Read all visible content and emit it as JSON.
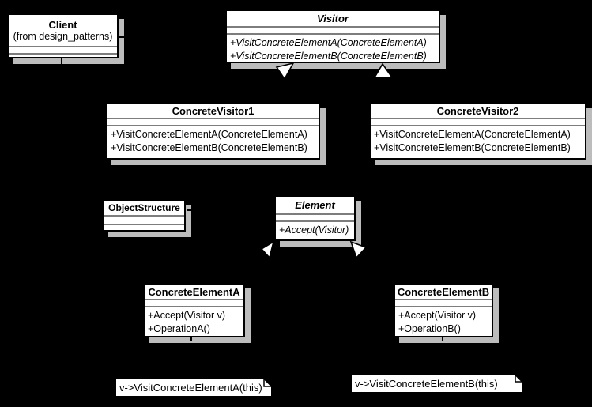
{
  "colors": {
    "background": "#000000",
    "box_fill": "#ffffff",
    "border": "#000000",
    "separator": "#7d7d7d",
    "shadow": "#bcbcbc"
  },
  "classes": {
    "client": {
      "name": "Client",
      "package": "(from design_patterns)",
      "methods": []
    },
    "visitor": {
      "name": "Visitor",
      "methods": [
        "+VisitConcreteElementA(ConcreteElementA)",
        "+VisitConcreteElementB(ConcreteElementB)"
      ]
    },
    "concrete_visitor1": {
      "name": "ConcreteVisitor1",
      "methods": [
        "+VisitConcreteElementA(ConcreteElementA)",
        "+VisitConcreteElementB(ConcreteElementB)"
      ]
    },
    "concrete_visitor2": {
      "name": "ConcreteVisitor2",
      "methods": [
        "+VisitConcreteElementA(ConcreteElementA)",
        "+VisitConcreteElementB(ConcreteElementB)"
      ]
    },
    "object_structure": {
      "name": "ObjectStructure",
      "methods": []
    },
    "element": {
      "name": "Element",
      "methods": [
        "+Accept(Visitor)"
      ]
    },
    "concrete_element_a": {
      "name": "ConcreteElementA",
      "methods": [
        "+Accept(Visitor v)",
        "+OperationA()"
      ]
    },
    "concrete_element_b": {
      "name": "ConcreteElementB",
      "methods": [
        "+Accept(Visitor v)",
        "+OperationB()"
      ]
    }
  },
  "notes": {
    "note_a": {
      "text": "v->VisitConcreteElementA(this)"
    },
    "note_b": {
      "text": "v->VisitConcreteElementB(this)"
    }
  }
}
